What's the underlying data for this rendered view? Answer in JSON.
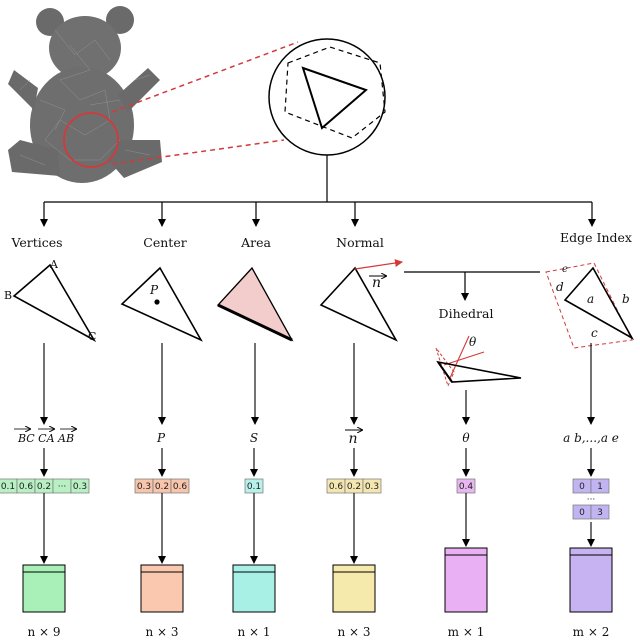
{
  "diagram": {
    "categories": [
      {
        "id": "vertices",
        "label": "Vertices",
        "vertex_labels": [
          "A",
          "B",
          "C"
        ],
        "expr": "BC CA AB",
        "cells": [
          "0.1",
          "0.6",
          "0.2",
          "···",
          "0.3"
        ],
        "dim": "n × 9",
        "color": "#b8f0c4",
        "box_color": "#a8f0b8"
      },
      {
        "id": "center",
        "label": "Center",
        "point_label": "P",
        "expr": "P",
        "cells": [
          "0.3",
          "0.2",
          "0.6"
        ],
        "dim": "n × 3",
        "color": "#f7c4ac",
        "box_color": "#f9c8ae"
      },
      {
        "id": "area",
        "label": "Area",
        "expr": "S",
        "cells": [
          "0.1"
        ],
        "dim": "n × 1",
        "color": "#b8f1ea",
        "box_color": "#a8efe6"
      },
      {
        "id": "normal",
        "label": "Normal",
        "vector_label": "n",
        "expr": "n",
        "cells": [
          "0.6",
          "0.2",
          "0.3"
        ],
        "dim": "n × 3",
        "color": "#f4e6b0",
        "box_color": "#f6e9ac"
      },
      {
        "id": "dihedral",
        "label": "Dihedral",
        "angle_label": "θ",
        "expr": "θ",
        "cells": [
          "0.4"
        ],
        "dim": "m × 1",
        "color": "#e8b6f0",
        "box_color": "#eab0f4"
      },
      {
        "id": "edge_index",
        "label": "Edge Index",
        "edge_labels": [
          "a",
          "b",
          "c",
          "d",
          "e"
        ],
        "expr": "a b,...,a e",
        "index_rows": [
          [
            "0",
            "1"
          ],
          [
            "0",
            "3"
          ]
        ],
        "ellipsis": "···",
        "dim": "m × 2",
        "color": "#c2b4f0",
        "box_color": "#c7b2f2"
      }
    ]
  }
}
